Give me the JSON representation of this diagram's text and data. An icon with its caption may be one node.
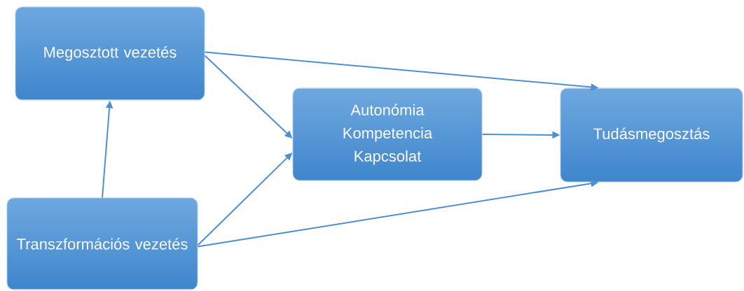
{
  "diagram": {
    "nodes": [
      {
        "text": [
          "Megosztott vezetés"
        ]
      },
      {
        "text": [
          "Autonómia",
          "Kompetencia",
          "Kapcsolat"
        ]
      },
      {
        "text": [
          "Tudásmegosztás"
        ]
      },
      {
        "text": [
          "Transzformációs vezetés"
        ]
      }
    ],
    "edges": [
      {
        "from": 3,
        "to": 0,
        "arrow": "to"
      },
      {
        "from": 0,
        "to": 1,
        "arrow": "to"
      },
      {
        "from": 3,
        "to": 1,
        "arrow": "to"
      },
      {
        "from": 0,
        "to": 2,
        "arrow": "to"
      },
      {
        "from": 3,
        "to": 2,
        "arrow": "to"
      },
      {
        "from": 1,
        "to": 2,
        "arrow": "to"
      }
    ]
  }
}
